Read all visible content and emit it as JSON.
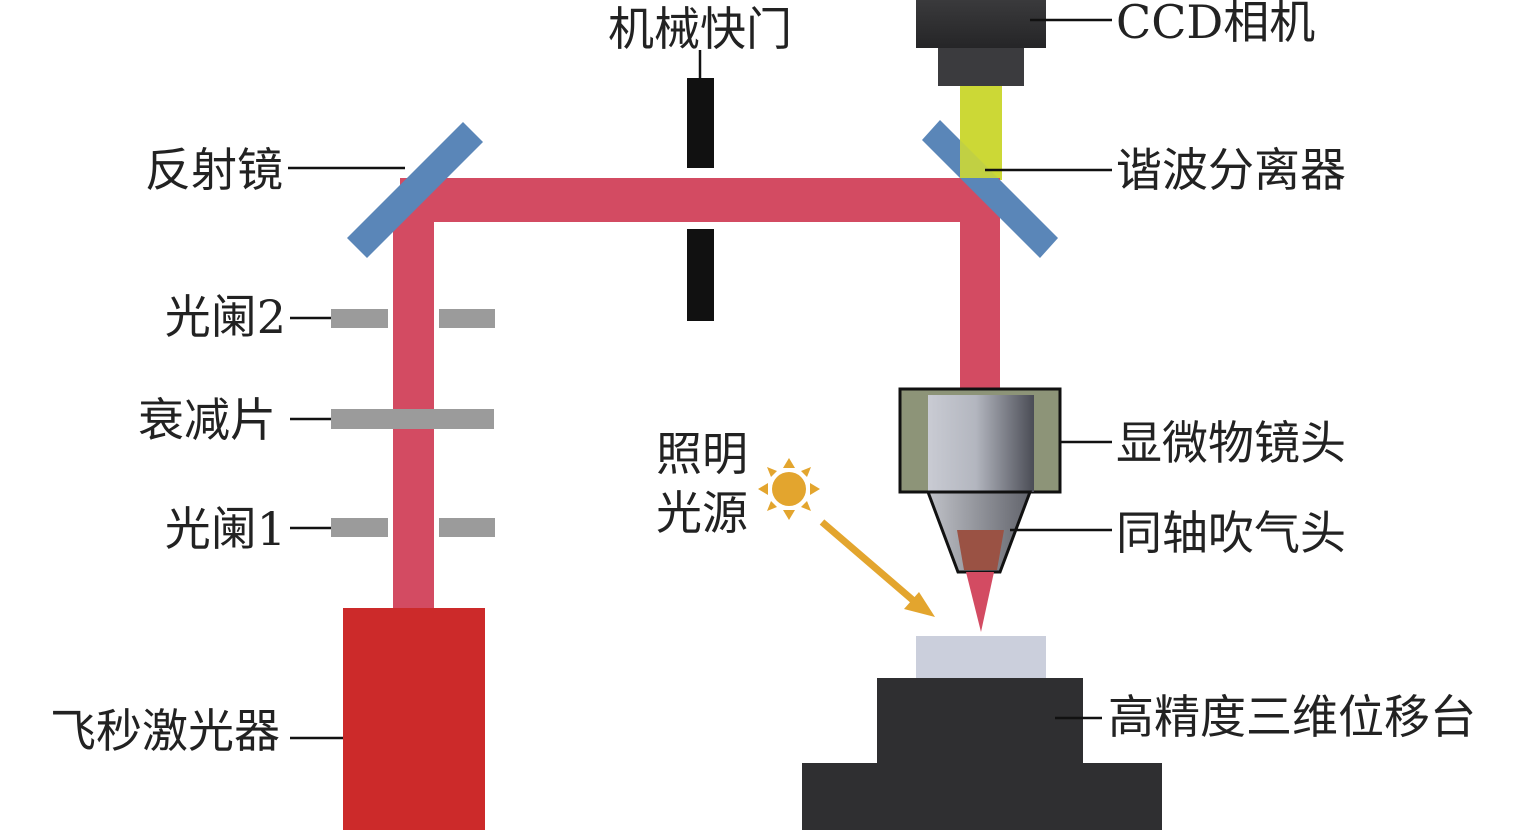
{
  "labels": {
    "mechanical_shutter": "机械快门",
    "ccd_camera": "CCD相机",
    "mirror": "反射镜",
    "harmonic_separator": "谐波分离器",
    "aperture_2": "光阑2",
    "attenuator": "衰减片",
    "aperture_1": "光阑1",
    "femtosecond_laser": "飞秒激光器",
    "objective": "显微物镜头",
    "illumination_line1": "照明",
    "illumination_line2": "光源",
    "coaxial_nozzle": "同轴吹气头",
    "stage": "高精度三维位移台"
  },
  "colors": {
    "laser_beam": "#d34b62",
    "laser_body": "#cc2a2a",
    "mirror": "#5a86b8",
    "aperture": "#9b9b9b",
    "shutter": "#111111",
    "camera_body": "#2f2f31",
    "visible_beam": "#ccd836",
    "objective_housing": "#8d9478",
    "light_source": "#e3a52e",
    "sample": "#cbcfdc",
    "stage": "#2f2f31"
  }
}
